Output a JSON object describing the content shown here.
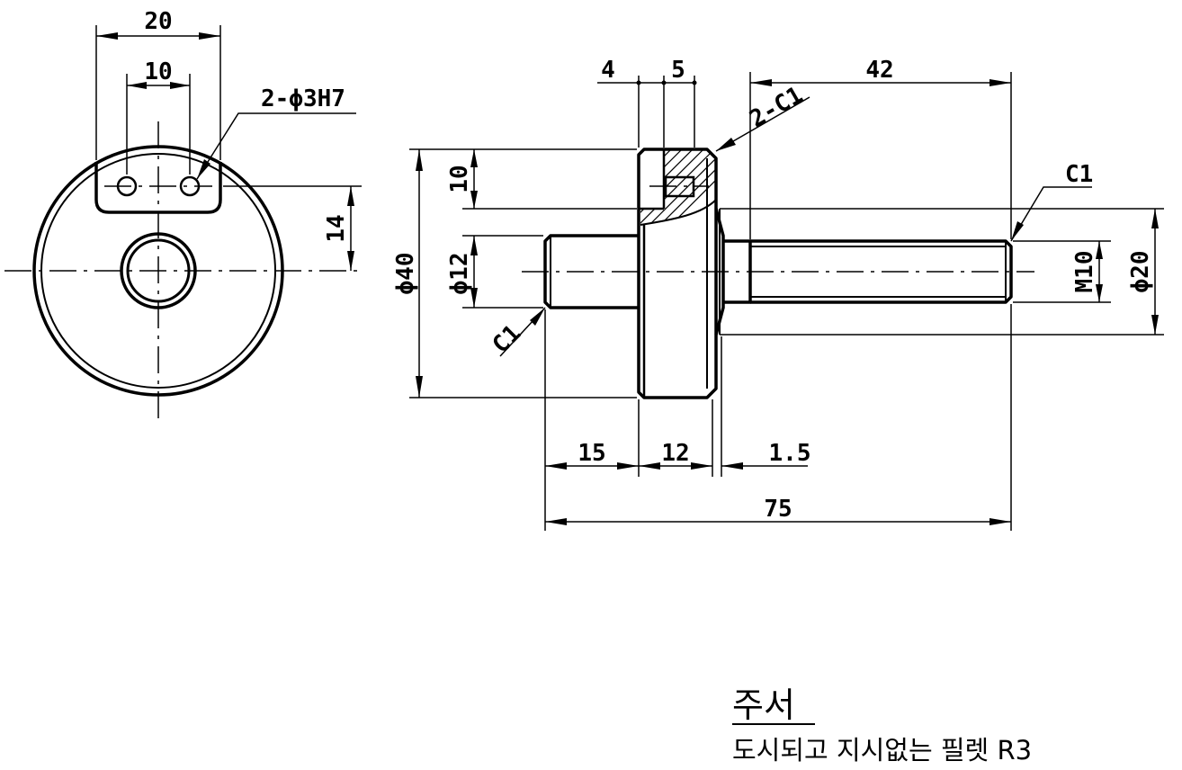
{
  "dimensions": {
    "front_width": "20",
    "hole_spacing": "10",
    "hole_callout": "2-ϕ3H7",
    "flat_height": "14",
    "flange_step": "4",
    "slot_width": "5",
    "thread_length": "42",
    "chamfer_flange": "2-C1",
    "slot_depth": "10",
    "flange_dia": "ϕ40",
    "shaft_dia": "ϕ12",
    "chamfer_left": "C1",
    "chamfer_right": "C1",
    "thread": "M10",
    "relief_dia": "ϕ20",
    "shaft_length": "15",
    "flange_thickness": "12",
    "undercut": "1.5",
    "overall_length": "75"
  },
  "notes": {
    "title": "주서",
    "line1": "도시되고 지시없는 필렛 R3"
  }
}
